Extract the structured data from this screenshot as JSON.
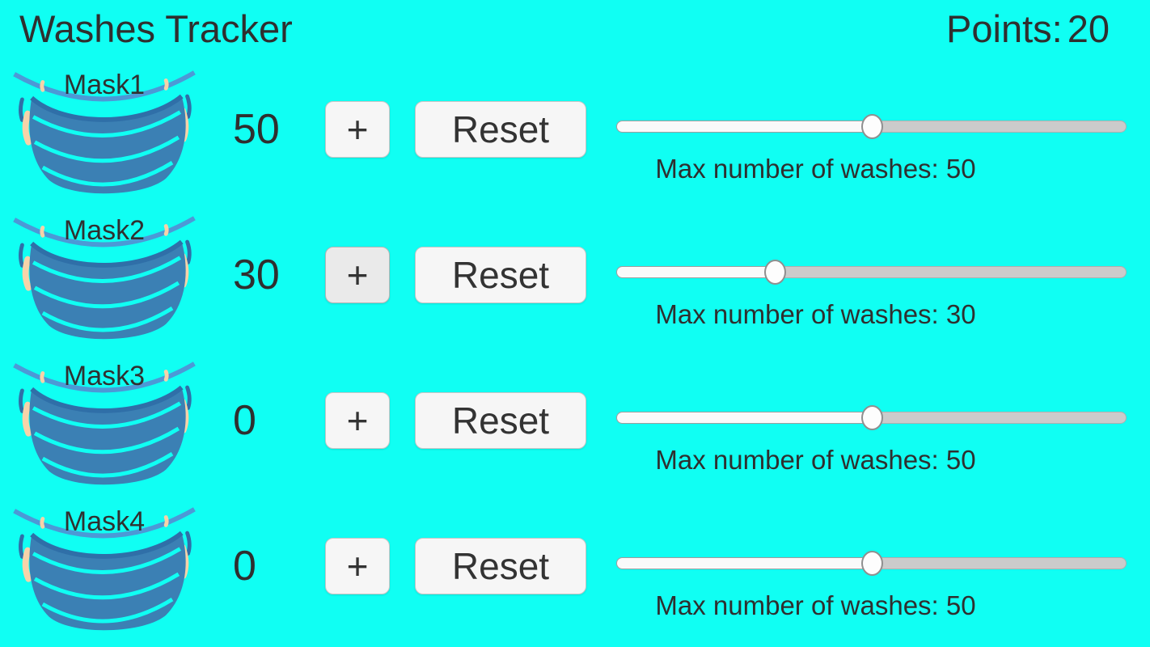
{
  "app": {
    "title": "Washes Tracker",
    "points_label": "Points:",
    "points_value": "20"
  },
  "buttons": {
    "plus_label": "+",
    "reset_label": "Reset"
  },
  "rows": [
    {
      "name": "Mask1",
      "count": "50",
      "max_label": "Max number of washes: 50",
      "slider_value": 50,
      "slider_max": 100
    },
    {
      "name": "Mask2",
      "count": "30",
      "max_label": "Max number of washes: 30",
      "slider_value": 31,
      "slider_max": 100
    },
    {
      "name": "Mask3",
      "count": "0",
      "max_label": "Max number of washes: 50",
      "slider_value": 50,
      "slider_max": 100
    },
    {
      "name": "Mask4",
      "count": "0",
      "max_label": "Max number of washes: 50",
      "slider_value": 50,
      "slider_max": 100
    }
  ],
  "icons": {
    "mask_icon": "face-mask-icon"
  },
  "colors": {
    "background": "#10FFF3",
    "text": "#2F2F2F",
    "mask_body": "#3B80B4",
    "mask_strap": "#4C99D6",
    "mask_edge": "#2F6FA8",
    "ear_skin": "#F6D3A9",
    "button_bg": "#F6F6F6",
    "slider_track": "#CBCBCB",
    "slider_fill": "#FAFAFA"
  }
}
